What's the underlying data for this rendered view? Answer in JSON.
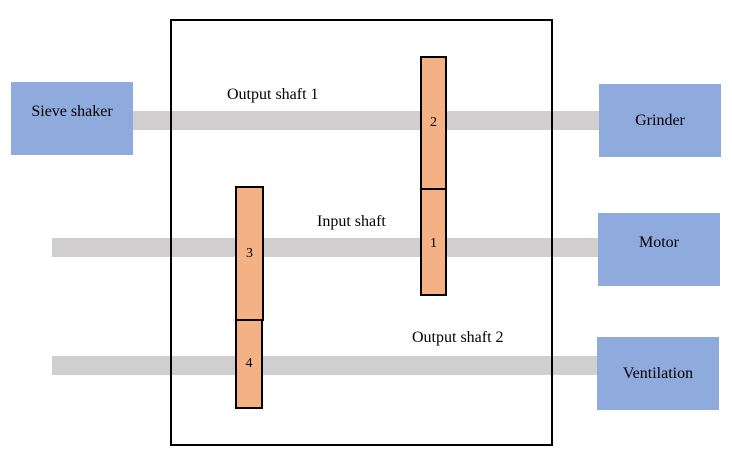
{
  "machines": {
    "sieve_shaker": "Sieve shaker",
    "grinder": "Grinder",
    "motor": "Motor",
    "ventilation": "Ventilation"
  },
  "shafts": {
    "output_shaft_1": "Output shaft 1",
    "input_shaft": "Input shaft",
    "output_shaft_2": "Output shaft 2"
  },
  "gears": {
    "g1": "1",
    "g2": "2",
    "g3": "3",
    "g4": "4"
  },
  "colors": {
    "box_fill": "#8faadc",
    "gear_fill": "#f4b183",
    "shaft_fill": "#d0cece"
  }
}
